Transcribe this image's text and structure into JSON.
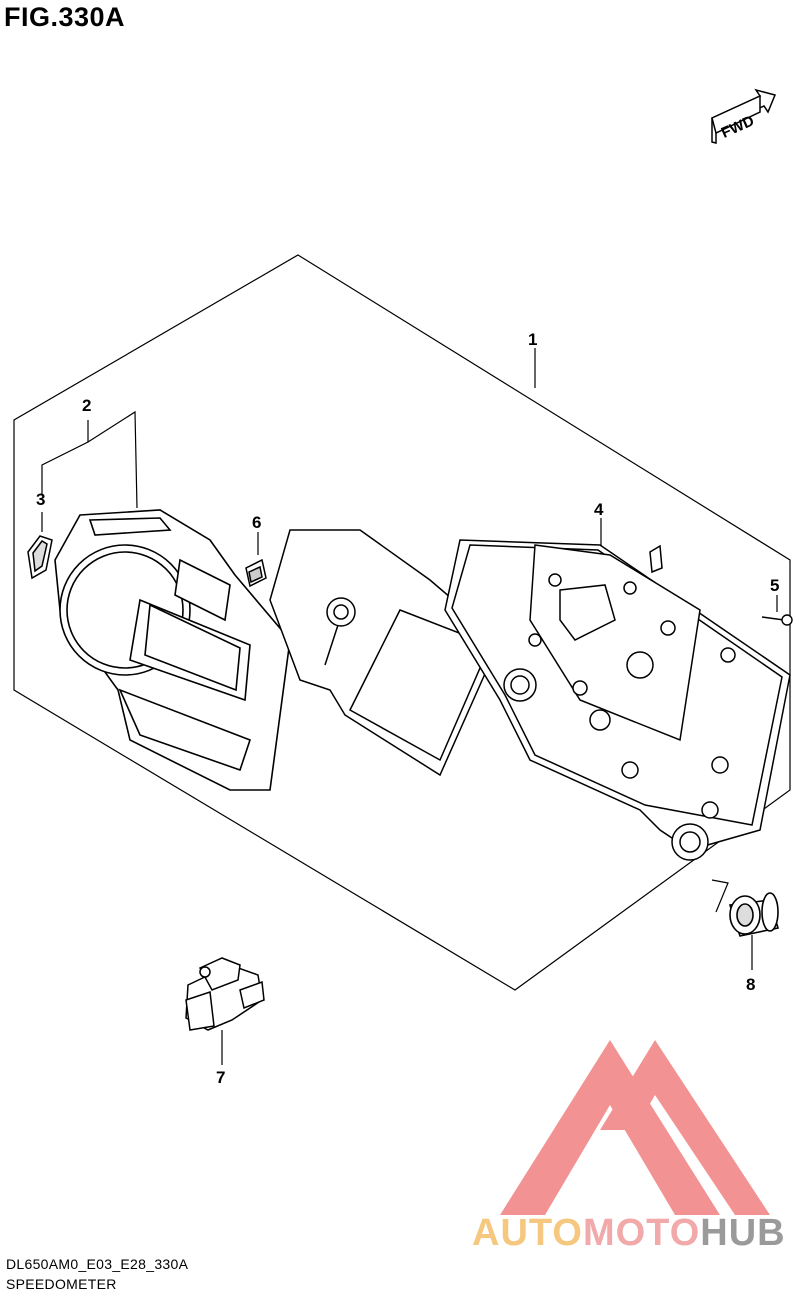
{
  "figure": {
    "title": "FIG.330A"
  },
  "fwd_badge": "FWD",
  "callouts": [
    {
      "id": "1",
      "label": "1"
    },
    {
      "id": "2",
      "label": "2"
    },
    {
      "id": "3",
      "label": "3"
    },
    {
      "id": "4",
      "label": "4"
    },
    {
      "id": "5",
      "label": "5"
    },
    {
      "id": "6",
      "label": "6"
    },
    {
      "id": "7",
      "label": "7"
    },
    {
      "id": "8",
      "label": "8"
    }
  ],
  "footer": {
    "code": "DL650AM0_E03_E28_330A",
    "caption": "SPEEDOMETER"
  },
  "watermark": {
    "part1": "AUTO",
    "part2": "MOTO",
    "part3": "HUB"
  },
  "colors": {
    "line": "#000000",
    "watermark_red": "#f08080",
    "watermark_orange": "#f6c77e",
    "watermark_gray": "#9a9a9a"
  }
}
